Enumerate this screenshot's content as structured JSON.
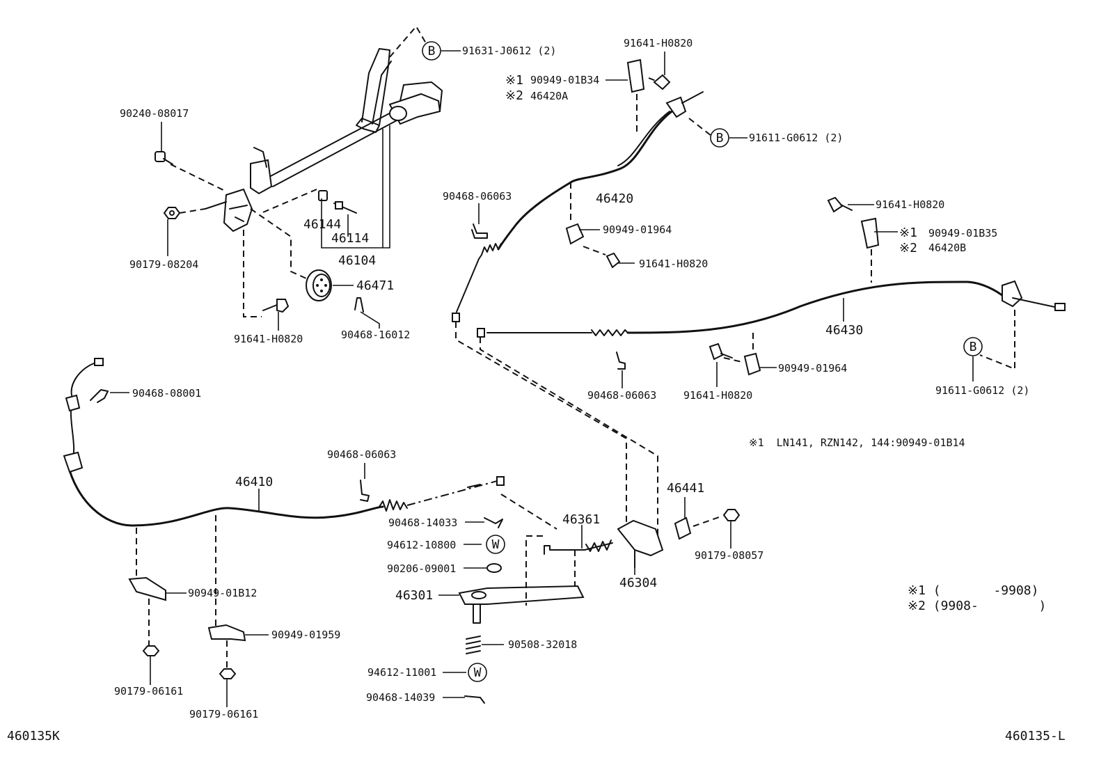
{
  "diagram": {
    "part_labels": {
      "p91631_J0612": "91631-J0612 (2)",
      "p90240_08017": "90240-08017",
      "p90179_08204": "90179-08204",
      "p46144": "46144",
      "p46114": "46114",
      "p46104": "46104",
      "p46471": "46471",
      "p90468_16012": "90468-16012",
      "p91641_H0820_a": "91641-H0820",
      "p91641_H0820_b": "91641-H0820",
      "p90949_01B34": "90949-01B34",
      "p46420A": "46420A",
      "p91611_G0612_a": "91611-G0612 (2)",
      "p90468_06063_a": "90468-06063",
      "p46420": "46420",
      "p90949_01964_a": "90949-01964",
      "p91641_H0820_c": "91641-H0820",
      "p91641_H0820_d": "91641-H0820",
      "p90949_01B35": "90949-01B35",
      "p46420B": "46420B",
      "p46430": "46430",
      "p90468_06063_b": "90468-06063",
      "p91641_H0820_e": "91641-H0820",
      "p90949_01964_b": "90949-01964",
      "p91611_G0612_b": "91611-G0612 (2)",
      "p90468_08001": "90468-08001",
      "p90468_06063_c": "90468-06063",
      "p46410": "46410",
      "p46441": "46441",
      "p46361": "46361",
      "p90468_14033": "90468-14033",
      "p94612_10800": "94612-10800",
      "p90206_09001": "90206-09001",
      "p46301": "46301",
      "p46304": "46304",
      "p90179_08057": "90179-08057",
      "p90949_01B12": "90949-01B12",
      "p90949_01959": "90949-01959",
      "p90179_06161_a": "90179-06161",
      "p90179_06161_b": "90179-06161",
      "p90508_32018": "90508-32018",
      "p94612_11001": "94612-11001",
      "p90468_14039": "90468-14039"
    },
    "markers": {
      "mark1": "※1",
      "mark2": "※2",
      "circle_b": "B",
      "circle_w": "W"
    },
    "notes": {
      "note_models": "※1  LN141, RZN142, 144:90949-01B14",
      "note_date1": "※1 (       -9908)",
      "note_date2": "※2 (9908-        )"
    },
    "footer": {
      "code_left": "460135K",
      "code_right": "460135-L"
    }
  }
}
